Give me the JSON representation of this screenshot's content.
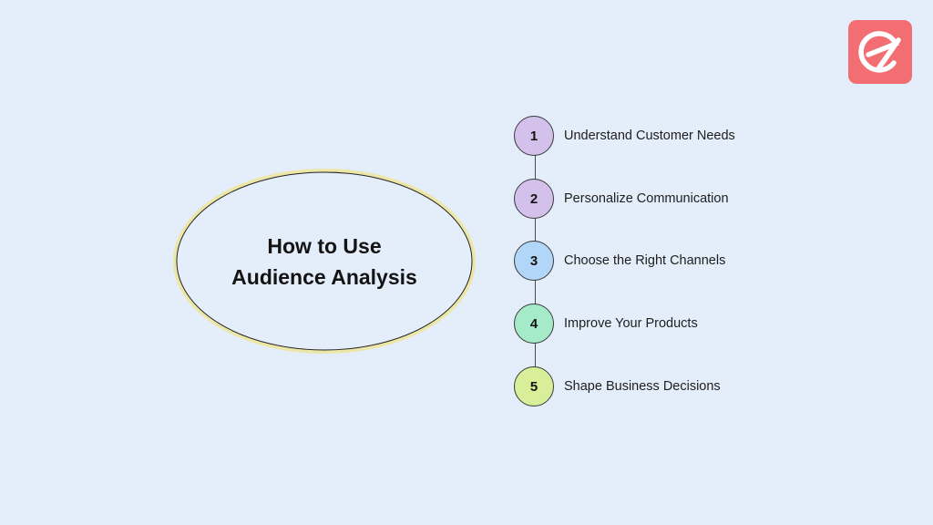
{
  "hub": {
    "line1": "How to Use",
    "line2": "Audience Analysis",
    "fill": "#e4eefa",
    "halo": "#ece6a8",
    "stroke": "#222222"
  },
  "steps": [
    {
      "number": "1",
      "label": "Understand Customer Needs",
      "color": "#d3c1ec"
    },
    {
      "number": "2",
      "label": "Personalize Communication",
      "color": "#d3c1ec"
    },
    {
      "number": "3",
      "label": "Choose the Right Channels",
      "color": "#b1d6f7"
    },
    {
      "number": "4",
      "label": "Improve Your Products",
      "color": "#a6ebc9"
    },
    {
      "number": "5",
      "label": "Shape Business Decisions",
      "color": "#d8ee98"
    }
  ],
  "logo": {
    "icon": "brand-e-icon",
    "color": "#f36e72"
  }
}
